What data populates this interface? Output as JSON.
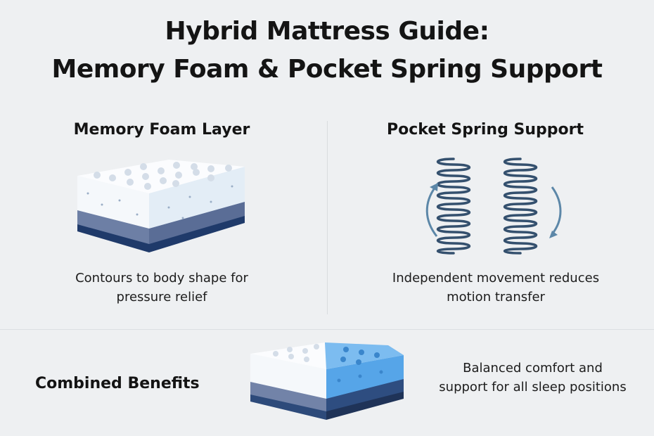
{
  "title": {
    "line1": "Hybrid Mattress Guide:",
    "line2": "Memory Foam & Pocket Spring Support"
  },
  "left_panel": {
    "heading": "Memory Foam Layer",
    "caption_line1": "Contours to body shape for",
    "caption_line2": "pressure relief",
    "illustration": "memory-foam-block"
  },
  "right_panel": {
    "heading": "Pocket Spring Support",
    "caption_line1": "Independent movement reduces",
    "caption_line2": "motion transfer",
    "illustration": "coil-springs"
  },
  "bottom": {
    "heading": "Combined Benefits",
    "caption_line1": "Balanced comfort and",
    "caption_line2": "support for all sleep positions",
    "illustration": "hybrid-foam-block"
  },
  "colors": {
    "foam_white": "#f4f8fc",
    "foam_blue": "#5aa7e6",
    "base_navy": "#4a5f8a",
    "spring": "#34506e",
    "arrow": "#5c87a8"
  }
}
